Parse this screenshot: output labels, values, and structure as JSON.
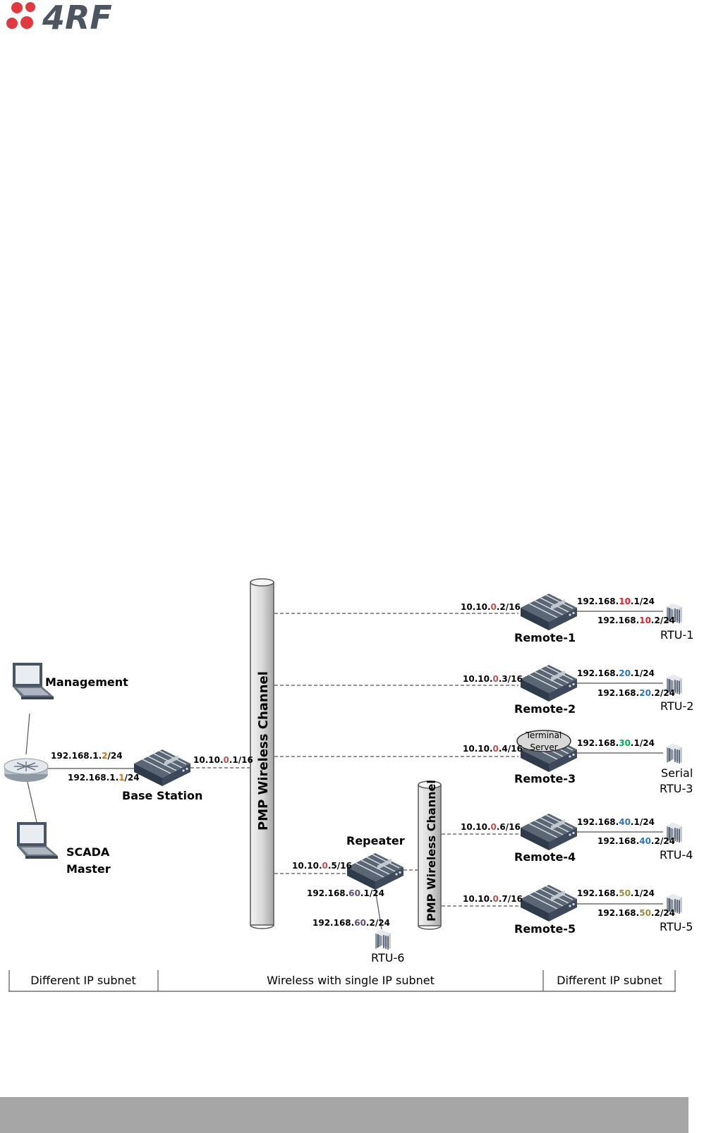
{
  "logo": {
    "text": "4RF",
    "color": "#e03a3e",
    "text_color": "#4d5560"
  },
  "channel_label": "PMP Wireless Channel",
  "management": {
    "label": "Management",
    "ip": "192.168.1.2/24",
    "icon": "laptop-icon"
  },
  "scada": {
    "label_line1": "SCADA",
    "label_line2": "Master",
    "icon": "laptop-icon"
  },
  "router": {
    "icon": "router-icon"
  },
  "base_station": {
    "label": "Base Station",
    "ip_lan": "192.168.1.1/24",
    "ip_wireless": "10.10.0.1/16"
  },
  "repeater": {
    "label": "Repeater",
    "ip_wireless": "10.10.0.5/16",
    "ip_lan": "192.168.60.1/24",
    "rtu_ip": "192.168.60.2/24",
    "rtu_label": "RTU-6"
  },
  "terminal_server": {
    "line1": "Terminal",
    "line2": "Server"
  },
  "remotes": [
    {
      "label": "Remote-1",
      "ip_wireless": "10.10.0.2/16",
      "ip_lan": "192.168.10.1/24",
      "rtu_ip": "192.168.10.2/24",
      "rtu_label": "RTU-1",
      "accent": "#e31e24"
    },
    {
      "label": "Remote-2",
      "ip_wireless": "10.10.0.3/16",
      "ip_lan": "192.168.20.1/24",
      "rtu_ip": "192.168.20.2/24",
      "rtu_label": "RTU-2",
      "accent": "#2e74b5"
    },
    {
      "label": "Remote-3",
      "ip_wireless": "10.10.0.4/16",
      "ip_lan": "192.168.30.1/24",
      "rtu_ip": "",
      "rtu_label": "Serial",
      "rtu_label2": "RTU-3",
      "accent": "#00b050"
    },
    {
      "label": "Remote-4",
      "ip_wireless": "10.10.0.6/16",
      "ip_lan": "192.168.40.1/24",
      "rtu_ip": "192.168.40.2/24",
      "rtu_label": "RTU-4",
      "accent": "#2e74b5"
    },
    {
      "label": "Remote-5",
      "ip_wireless": "10.10.0.7/16",
      "ip_lan": "192.168.50.1/24",
      "rtu_ip": "192.168.50.2/24",
      "rtu_label": "RTU-5",
      "accent": "#9c8a3b"
    }
  ],
  "subnet_bar": {
    "left": "Different IP subnet",
    "middle": "Wireless with single IP subnet",
    "right": "Different IP subnet"
  },
  "colors": {
    "octet_wireless": "#c0504d",
    "octet_base": "#e26b0a",
    "octet_repeater": "#604a7b"
  }
}
